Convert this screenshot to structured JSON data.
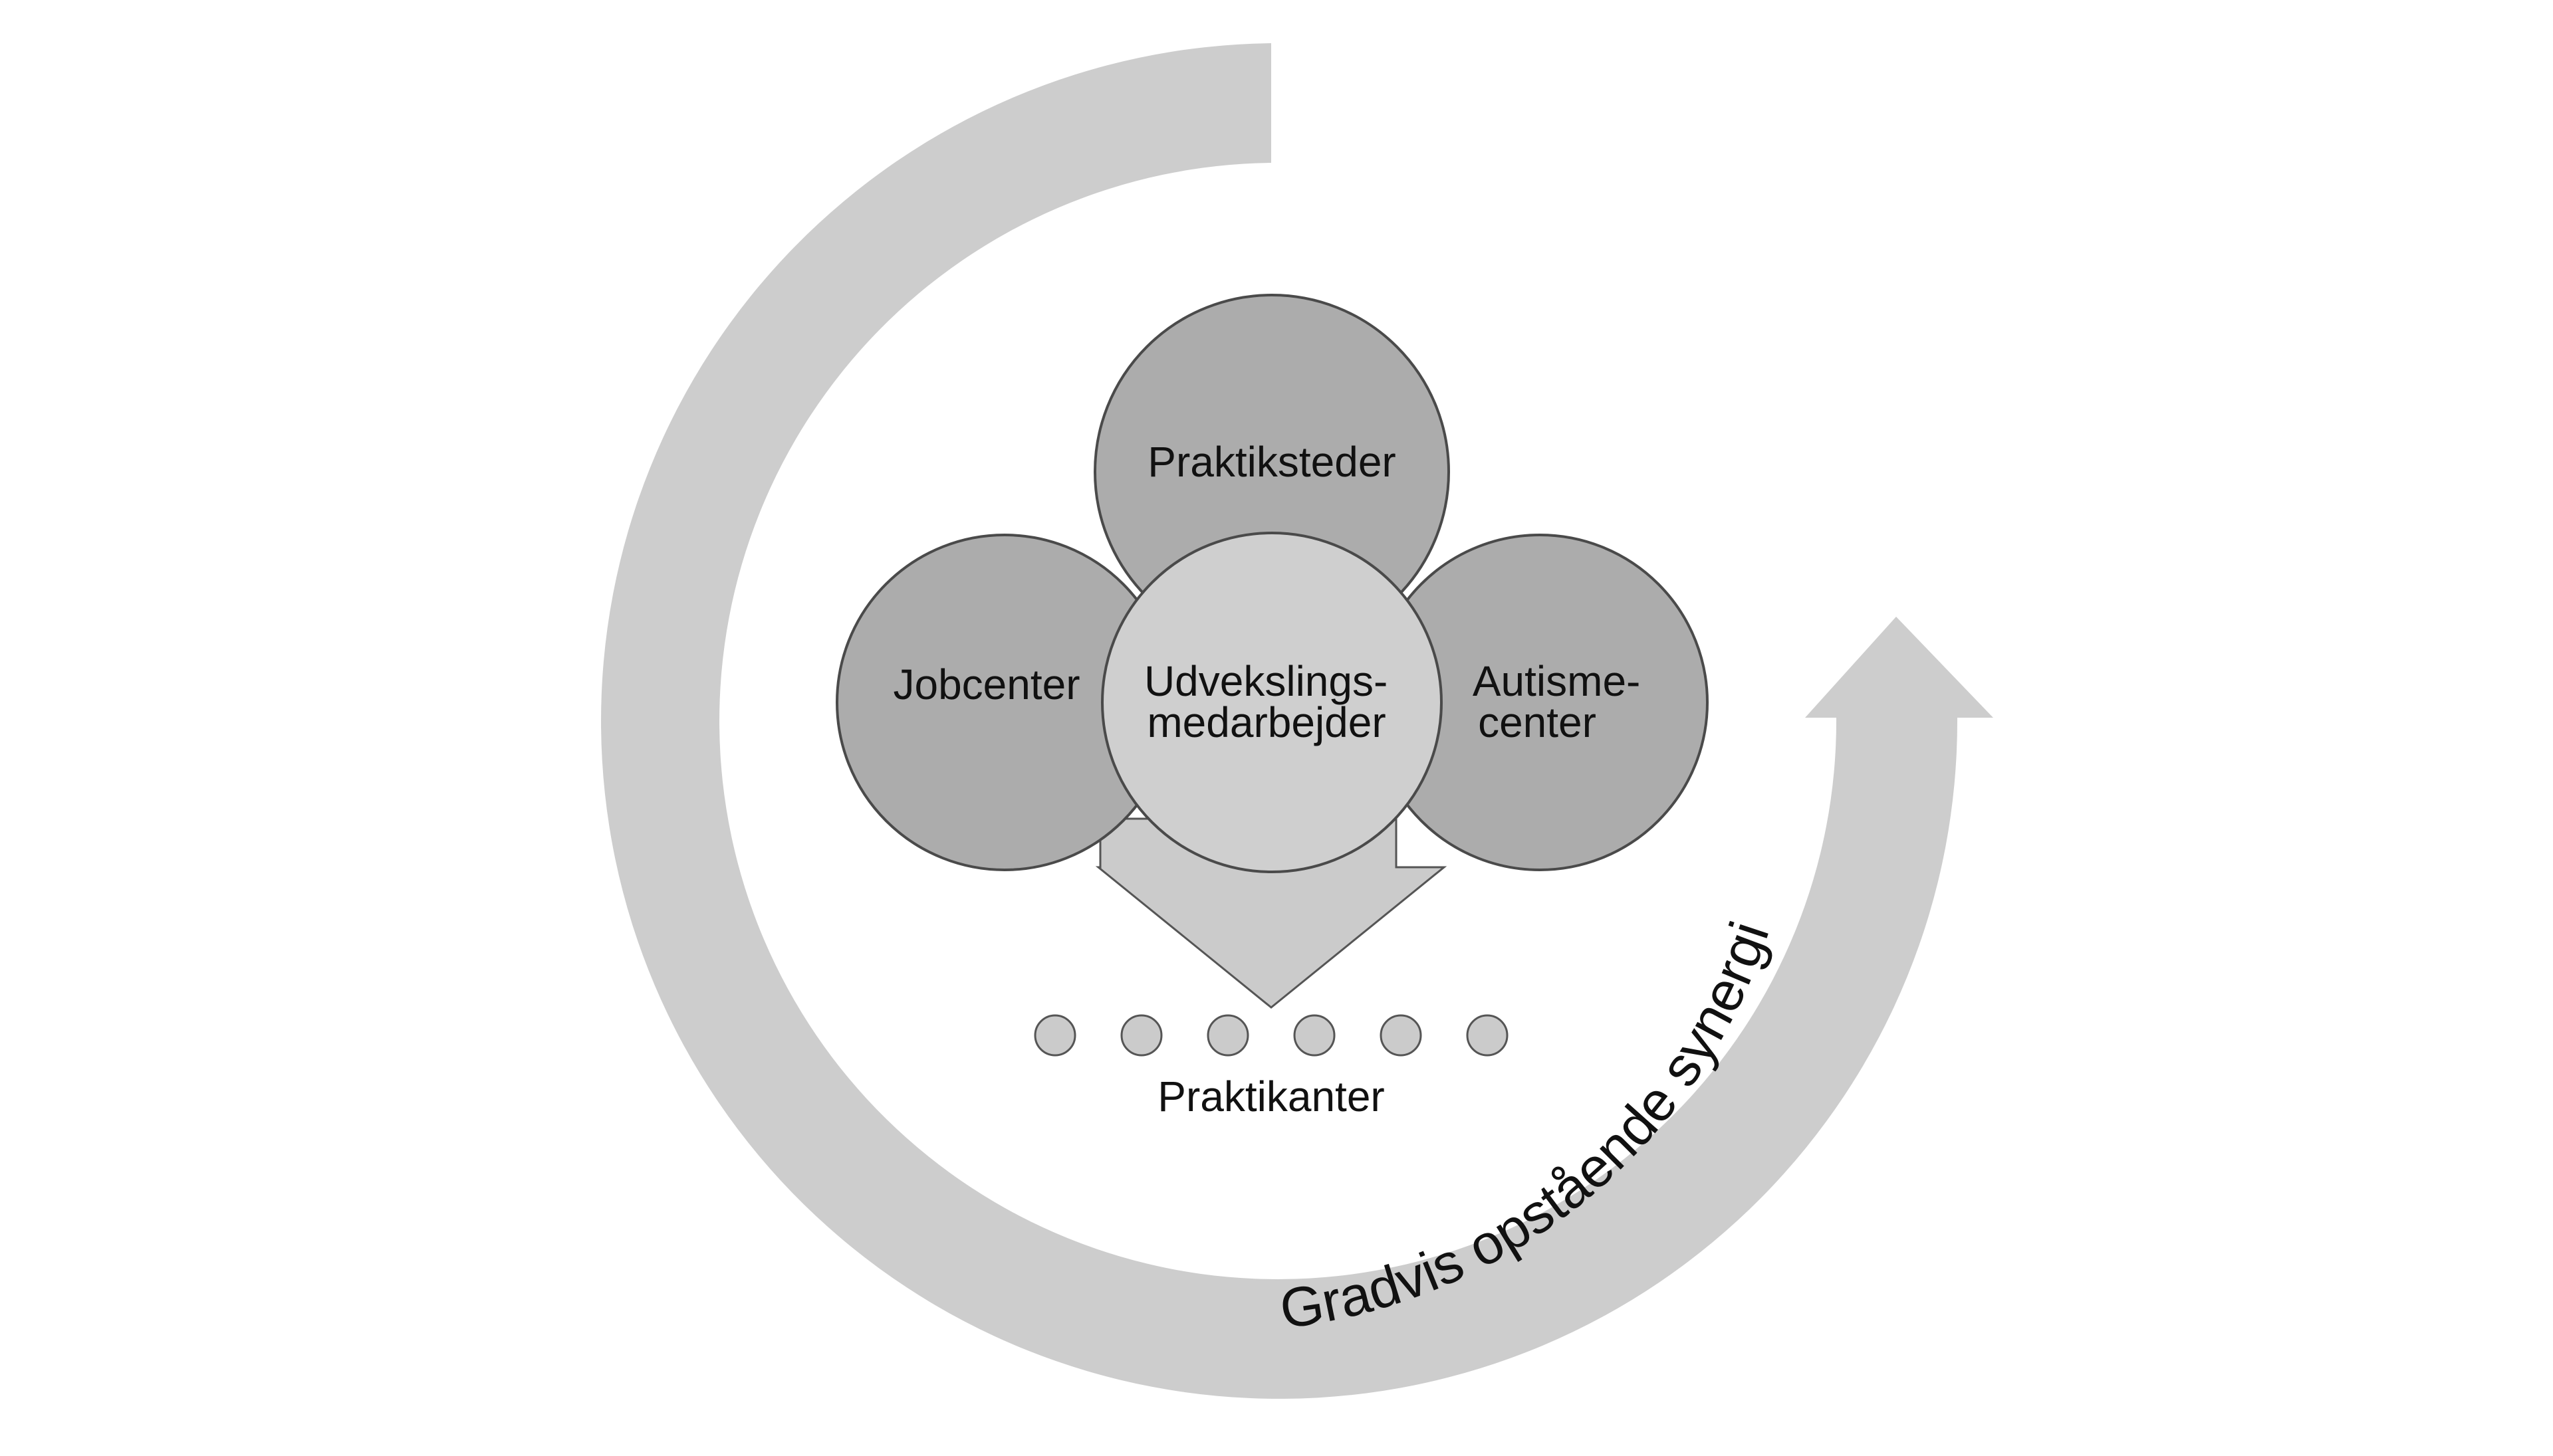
{
  "diagram": {
    "center_node": {
      "lines": [
        "Udvekslings-",
        "medarbejder"
      ]
    },
    "nodes": {
      "top": {
        "lines": [
          "Praktiksteder"
        ]
      },
      "left": {
        "lines": [
          "Jobcenter"
        ]
      },
      "right": {
        "lines": [
          "Autisme-",
          "center"
        ]
      }
    },
    "trainees": {
      "count": 6,
      "label": "Praktikanter"
    },
    "cycle_label": "Gradvis opstående synergi"
  },
  "colors": {
    "outer_node": "#acacac",
    "center_node": "#cfcfcf",
    "node_stroke": "#4a4a4a",
    "down_arrow": "#cbcbcb",
    "cycle_arrow": "#cdcdcd",
    "dot_fill": "#cbcbcb",
    "text": "#111111"
  }
}
